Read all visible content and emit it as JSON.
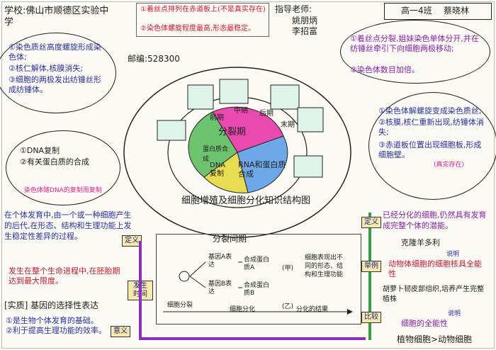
{
  "header": {
    "school": "学校:佛山市顺德区实验中学",
    "postcode": "邮编:528300",
    "teacher_label": "指导老师:",
    "teachers": "姚朋炳\n李招富",
    "class_name": "高一4班",
    "student": "蔡晓林"
  },
  "top_center_note": {
    "line1": "①着丝点排列在赤道板上(不是真实存在)",
    "line2": "②染色体螺旋程度最高,形态最稳定。"
  },
  "left_bubble": {
    "line1": "①染色质丝高度螺旋形成染色体;",
    "line2": "②核仁解体,核膜消失;",
    "line3": "③细胞的两极发出纺锤丝形成纺锤体。"
  },
  "right_top_bubble": {
    "line1": "①着丝点分裂,姐妹染色单体分开,并在纺锤丝牵引下向细胞两极移动;",
    "line2": "②染色体数目加倍。"
  },
  "right_mid_bubble": {
    "line1": "①染色体解螺旋变成染色质丝;",
    "line2": "②核膜,核仁重新出现,纺锤体消失;",
    "line3": "③赤道板位置出现细胞板,形成细胞壁。",
    "note": "(真实存在)"
  },
  "left_mid_bubble": {
    "line1": "①DNA复制",
    "line2": "②有关蛋白质的合成",
    "line3": "染色体随DNA的复制而复制"
  },
  "circle": {
    "center": "分裂期",
    "dna": "DNA复制",
    "protein": "蛋白质合成",
    "rna": "RNA和蛋白质合成",
    "phase_prophase": "前期",
    "phase_metaphase": "中期",
    "phase_anaphase": "后期",
    "phase_telophase": "末期",
    "ring_title": "细胞增殖及细胞分化知识结构图"
  },
  "differentiation": {
    "definition": "在个体发育中,由一个或一种细胞产生的后代,在形态、结构和生理功能上发生稳定性差异的过程。",
    "tag_definition": "定义",
    "timing": "发生在整个生命进程中,在胚胎期达到最大限度。",
    "tag_time": "发生时间",
    "essence_title": "[实质] 基因的选择性表达",
    "meaning": "①是生物个体发育的基础。\n②利于提高生理功能的效率。",
    "tag_meaning": "意义"
  },
  "interphase_flow": {
    "title": "分裂间期",
    "gene_a": "基因A表达",
    "gene_b": "基因B表达",
    "protein_a": "合成蛋白质A",
    "protein_b": "合成蛋白质B",
    "cell_a": "(甲)",
    "cell_b": "(乙)",
    "result": "细胞表现出不同的形态、结构和生理功能",
    "cell_division": "细胞分裂",
    "cell_diff": "细胞分化",
    "diff_result": "分化的结果"
  },
  "totipotency": {
    "definition": "已经分化的细胞,仍然具有发育成完整个体的潜能。",
    "tag_definition": "定义",
    "carrot": "克隆羊多利",
    "explains": "说明",
    "animal": "动物体细胞的细胞核具全能性",
    "tag_example": "举例",
    "carrot2": "胡萝卜韧皮部组织,培养产生完整植株",
    "explains2": "说明",
    "plant": "细胞的全能性",
    "compare": "植物细胞>动物细胞",
    "tag_compare": "比较"
  }
}
